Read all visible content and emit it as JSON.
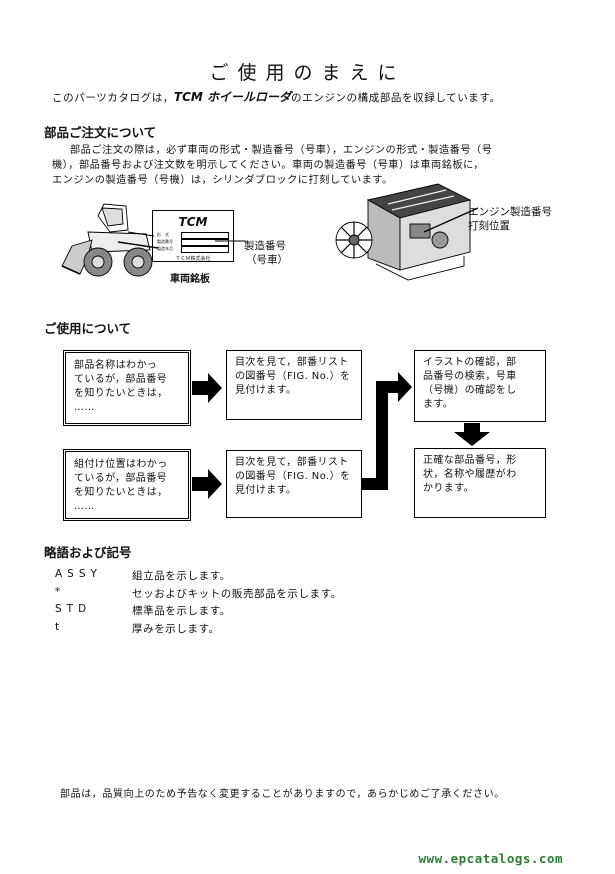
{
  "title": "ご使用のまえに",
  "intro": {
    "before": "このパーツカタログは，",
    "brand": "TCM ホイールローダ",
    "after": "のエンジンの構成部品を収録しています。"
  },
  "section_order": {
    "heading": "部品ご注文について",
    "lines": [
      "部品ご注文の際は，必ず車両の形式・製造番号（号車），エンジンの形式・製造番号（号",
      "機），部品番号および注文数を明示してください。車両の製造番号（号車）は車両銘板に，",
      "エンジンの製造番号（号機）は，シリンダブロックに打刻しています。"
    ]
  },
  "figures": {
    "plate_logo": "TCM",
    "plate_rows": [
      "形　式",
      "製造番号",
      "製造年月"
    ],
    "plate_maker": "ＴＣＭ株式会社",
    "plate_caption": "車両銘板",
    "plate_label_1": "製造番号",
    "plate_label_2": "（号車）",
    "engine_label_1": "エンジン製造番号",
    "engine_label_2": "打刻位置"
  },
  "section_usage": {
    "heading": "ご使用について",
    "box1": [
      "部品名称はわかっ",
      "ているが，部品番号",
      "を知りたいときは，",
      "……"
    ],
    "box2": [
      "目次を見て，部番リスト",
      "の図番号（FIG. No.）を",
      "見付けます。"
    ],
    "box3": [
      "イラストの確認，部",
      "品番号の検索，号車",
      "（号機）の確認をし",
      "ます。"
    ],
    "box4": [
      "組付け位置はわかっ",
      "ているが，部品番号",
      "を知りたいときは，",
      "……"
    ],
    "box5": [
      "目次を見て，部番リスト",
      "の図番号（FIG. No.）を",
      "見付けます。"
    ],
    "box6": [
      "正確な部品番号，形",
      "状，名称や履歴がわ",
      "かります。"
    ]
  },
  "section_abbr": {
    "heading": "略語および記号",
    "items": [
      {
        "key": "ASSY",
        "desc": "組立品を示します。"
      },
      {
        "key": "*",
        "desc": "セッおよびキットの販売部品を示します。"
      },
      {
        "key": "STD",
        "desc": "標準品を示します。"
      },
      {
        "key": "t",
        "desc": "厚みを示します。"
      }
    ]
  },
  "footer": "部品は，品質向上のため予告なく変更することがありますので，あらかじめご了承ください。",
  "watermark": "www.epcatalogs.com"
}
